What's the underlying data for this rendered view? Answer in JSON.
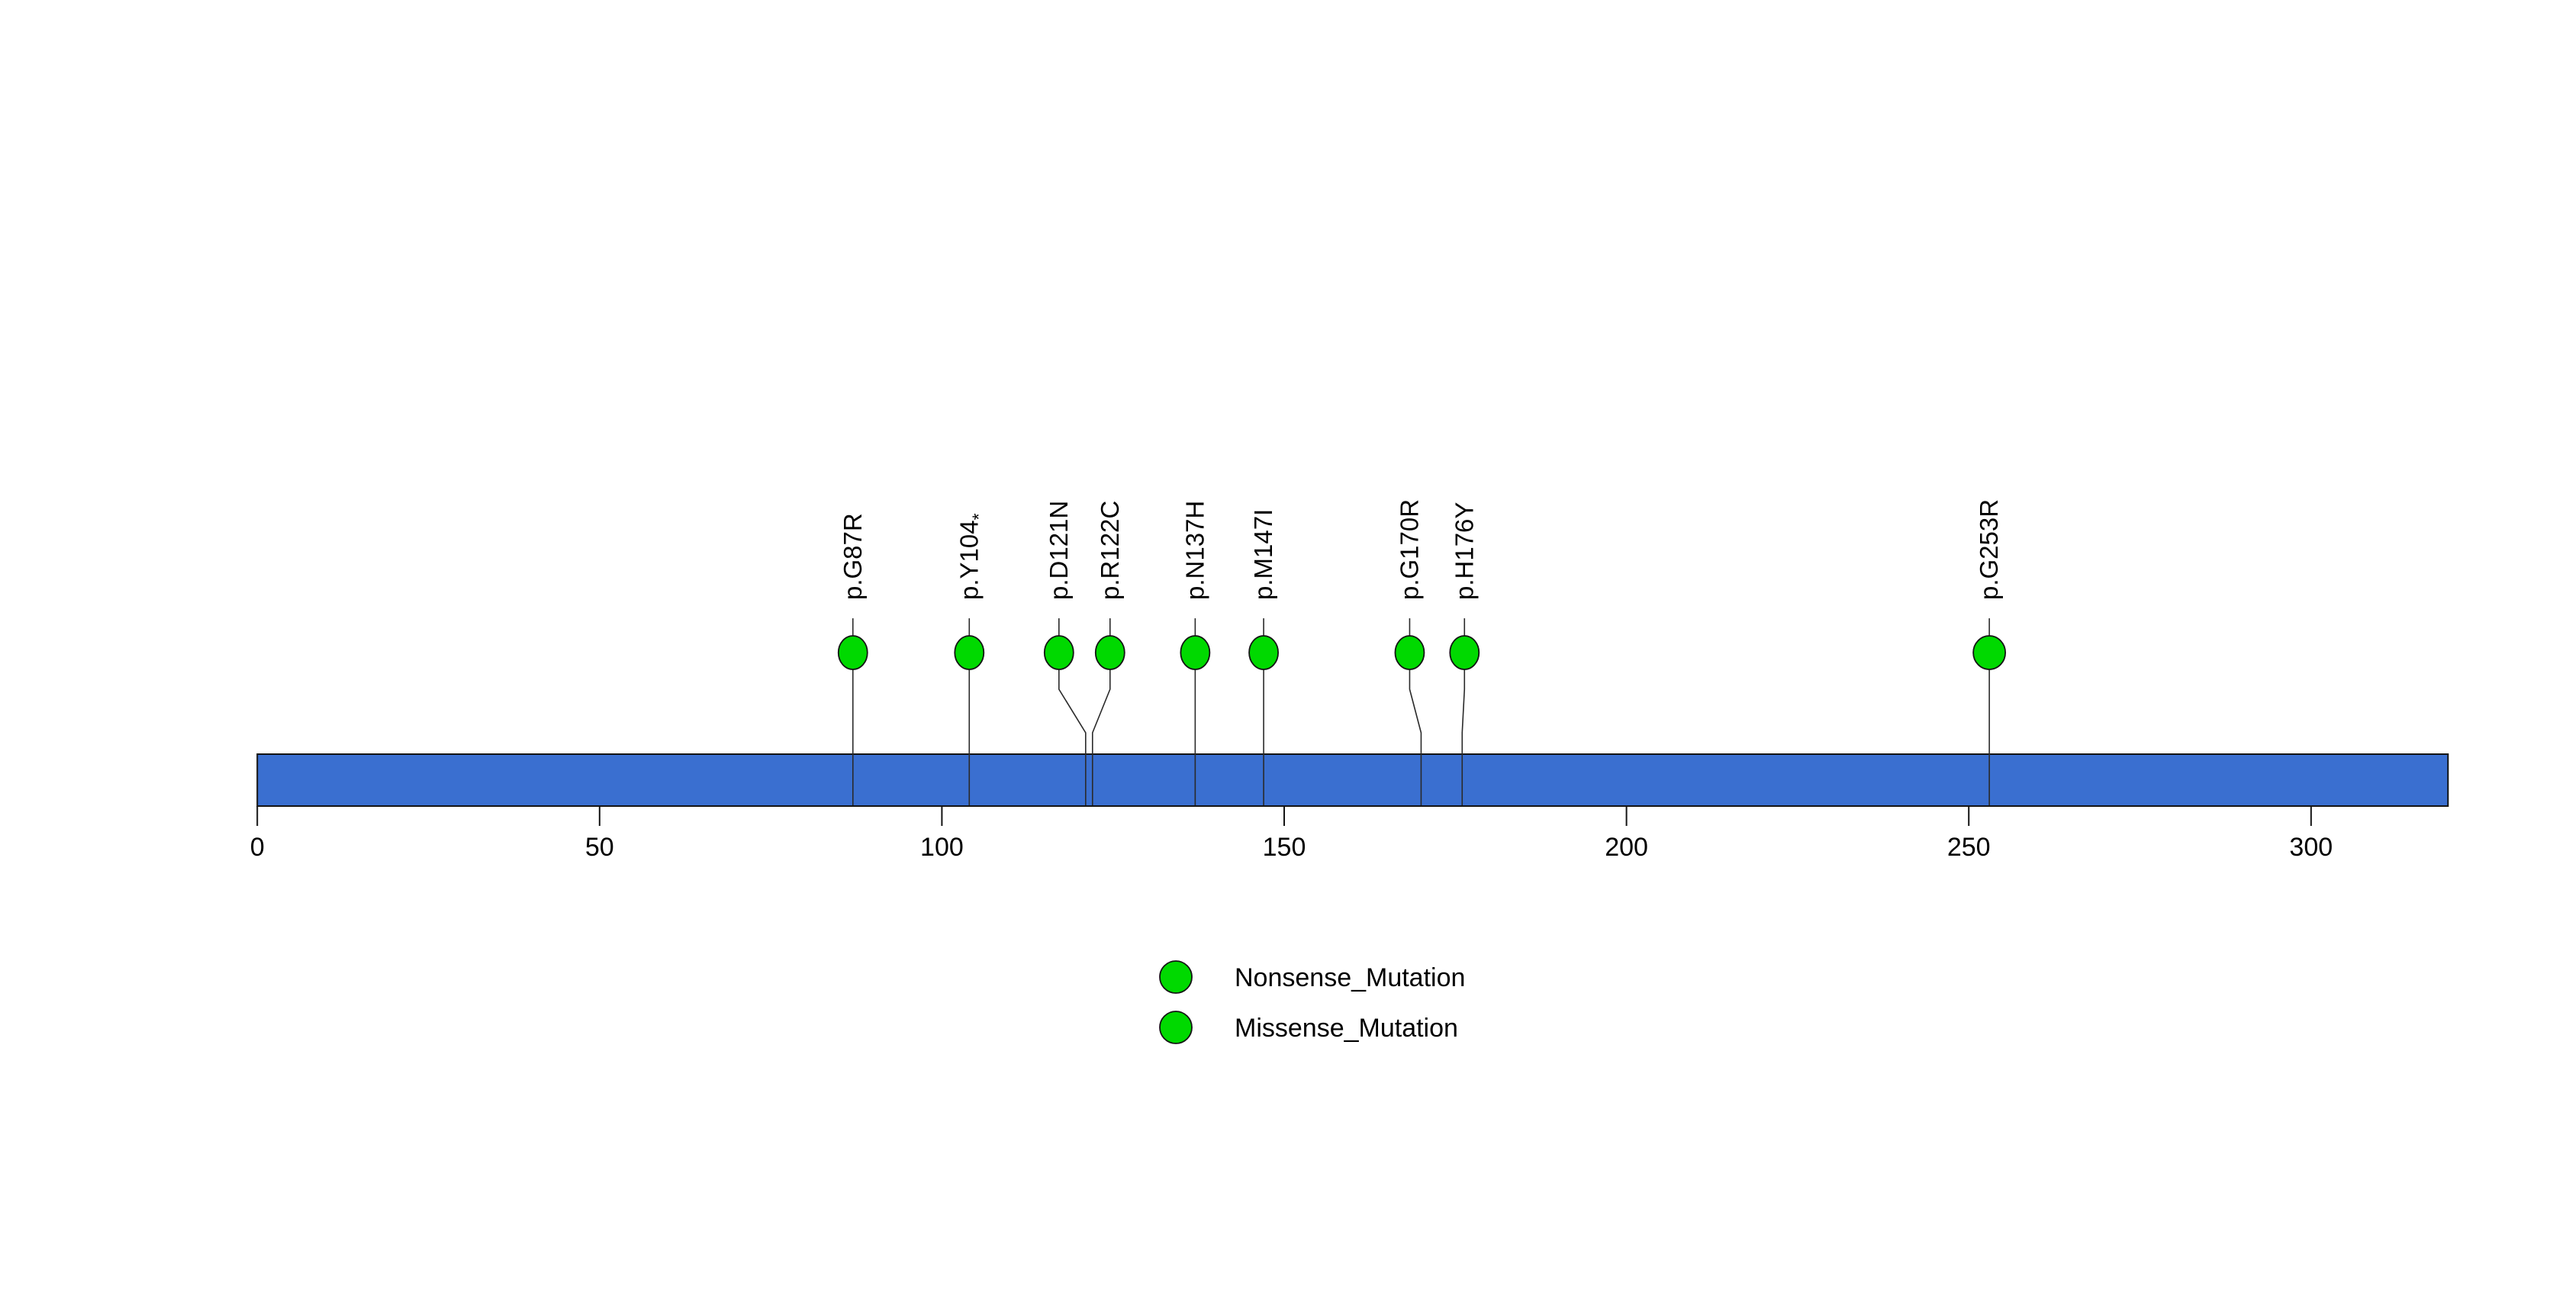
{
  "chart_data": {
    "type": "lollipop",
    "title": "",
    "protein_length": 320,
    "axis_ticks": [
      0,
      50,
      100,
      150,
      200,
      250,
      300
    ],
    "mutations": [
      {
        "label": "p.G87R",
        "position": 87,
        "type": "Missense_Mutation"
      },
      {
        "label": "p.Y104*",
        "position": 104,
        "type": "Nonsense_Mutation"
      },
      {
        "label": "p.D121N",
        "position": 121,
        "type": "Missense_Mutation"
      },
      {
        "label": "p.R122C",
        "position": 122,
        "type": "Missense_Mutation"
      },
      {
        "label": "p.N137H",
        "position": 137,
        "type": "Missense_Mutation"
      },
      {
        "label": "p.M147I",
        "position": 147,
        "type": "Missense_Mutation"
      },
      {
        "label": "p.G170R",
        "position": 170,
        "type": "Missense_Mutation"
      },
      {
        "label": "p.H176Y",
        "position": 176,
        "type": "Missense_Mutation"
      },
      {
        "label": "p.G253R",
        "position": 253,
        "type": "Missense_Mutation"
      }
    ],
    "legend": [
      {
        "label": "Nonsense_Mutation",
        "color": "#00D900"
      },
      {
        "label": "Missense_Mutation",
        "color": "#00D900"
      }
    ],
    "colors": {
      "protein_bar": "#3A6FD0",
      "lollipop_fill": "#00D900",
      "outline": "#141414",
      "stem": "#2A2A2A",
      "text": "#000000"
    },
    "layout_hints": {
      "axis_range": [
        0,
        320
      ],
      "grid": false,
      "legend_position": "bottom-center",
      "label_orientation": "vertical"
    }
  }
}
